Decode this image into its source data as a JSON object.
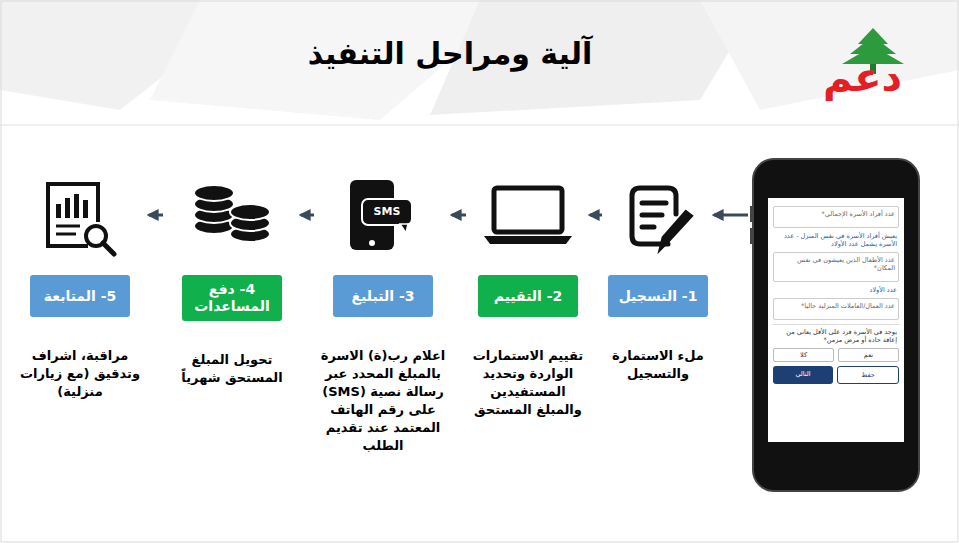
{
  "diagram": {
    "title": "آلية ومراحل التنفيذ",
    "nodes": [
      {
        "text": [
          "عدد أفراد الأسرة الإجمالي*",
          "يعيش أفراد الأسرة في نفس المنزل - عدد الأسرة يشمل عدد الأولاد",
          "عدد الأطفال الذين يعيشون في نفس المكان*",
          "عدد الأولاد",
          "عدد العمال/العاملات المنزلية حاليا*",
          "يوجد في الأسرة فرد على الأقل يعاني من إعاقة حادة أو مرض مزمن*",
          "نعم",
          "كلا",
          "حفظ",
          "التالي"
        ]
      },
      {
        "text": [
          "1- التسجيل",
          "ملء الاستمارة والتسجيل"
        ]
      },
      {
        "text": [
          "2- التقييم",
          "تقييم الاستمارات الواردة وتحديد المستفيدين والمبلغ المستحق"
        ]
      },
      {
        "text": [
          "3- التبليغ",
          "اعلام رب(ة) الاسرة بالمبلغ المحدد عبر رسالة نصية (SMS) على رقم الهاتف المعتمد عند تقديم الطلب"
        ]
      },
      {
        "text": [
          "4- دفع المساعدات",
          "تحويل المبلغ المستحق شهرياً"
        ]
      },
      {
        "text": [
          "5- المتابعة",
          "مراقبة، اشراف وتدقيق (مع زيارات منزلية)"
        ]
      }
    ],
    "edges": [
      {
        "from": 0,
        "to": 1,
        "arrow": "to"
      },
      {
        "from": 1,
        "to": 2,
        "arrow": "to"
      },
      {
        "from": 2,
        "to": 3,
        "arrow": "to"
      },
      {
        "from": 3,
        "to": 4,
        "arrow": "to"
      },
      {
        "from": 4,
        "to": 5,
        "arrow": "to"
      }
    ],
    "labels": [
      "SMS",
      "دعم"
    ]
  }
}
